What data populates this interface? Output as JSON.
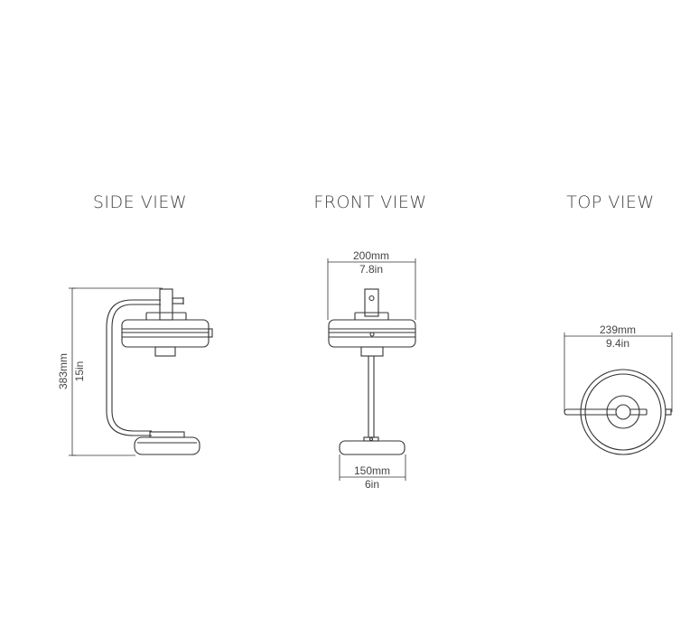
{
  "colors": {
    "line": "#333333",
    "text": "#444444",
    "background": "#ffffff"
  },
  "views": {
    "side": {
      "title": "SIDE VIEW",
      "height_mm": "383mm",
      "height_in": "15in"
    },
    "front": {
      "title": "FRONT VIEW",
      "shade_width_mm": "200mm",
      "shade_width_in": "7.8in",
      "base_width_mm": "150mm",
      "base_width_in": "6in"
    },
    "top": {
      "title": "TOP VIEW",
      "diameter_mm": "239mm",
      "diameter_in": "9.4in"
    }
  }
}
